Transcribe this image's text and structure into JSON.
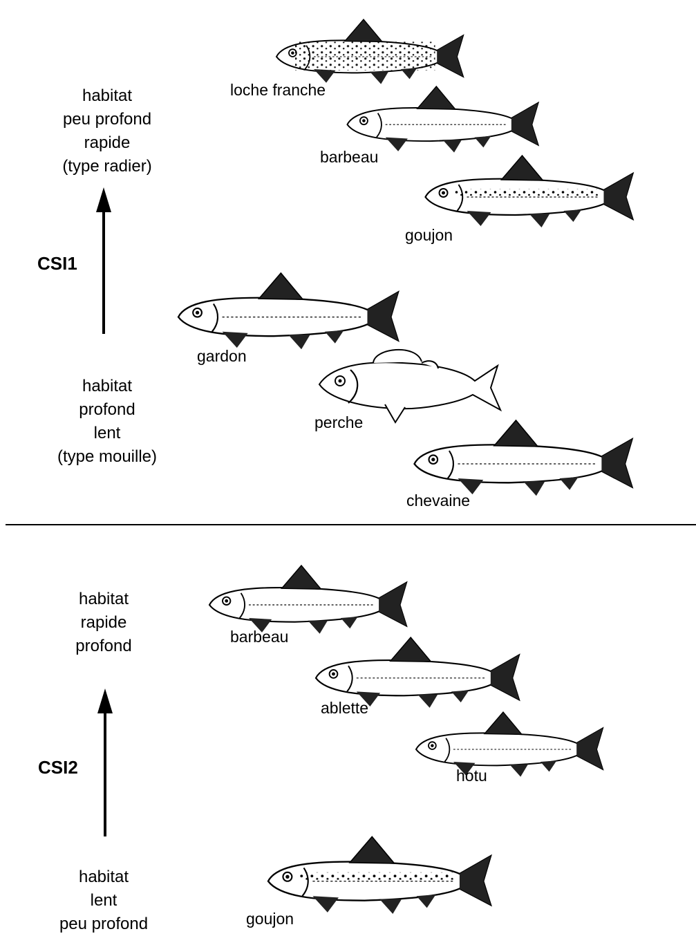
{
  "panel_top": {
    "axis_label": "CSI1",
    "upper_habitat": [
      "habitat",
      "peu profond",
      "rapide",
      "(type radier)"
    ],
    "lower_habitat": [
      "habitat",
      "profond",
      "lent",
      "(type mouille)"
    ],
    "fish": [
      "loche franche",
      "barbeau",
      "goujon",
      "gardon",
      "perche",
      "chevaine"
    ]
  },
  "panel_bottom": {
    "axis_label": "CSI2",
    "upper_habitat": [
      "habitat",
      "rapide",
      "profond"
    ],
    "lower_habitat": [
      "habitat",
      "lent",
      "peu profond"
    ],
    "fish": [
      "barbeau",
      "ablette",
      "hotu",
      "goujon"
    ]
  }
}
